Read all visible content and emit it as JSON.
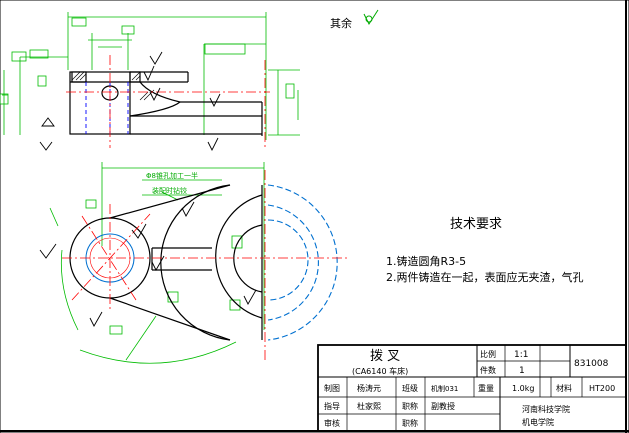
{
  "roughness_note": {
    "label": "其余"
  },
  "notes": {
    "heading": "技术要求",
    "items": [
      "1.铸造圆角R3-5",
      "2.两件铸造在一起，表面应无夹渣，气孔"
    ],
    "hole_machining": [
      "Φ8锥孔加工一半",
      "装配时钻铰"
    ]
  },
  "title_block": {
    "part_name": "拨  叉",
    "subtitle": "(CA6140 车床)",
    "drawing_number": "831008",
    "scale_label": "比例",
    "scale_value": "1:1",
    "quantity_label": "件数",
    "quantity_value": "1",
    "weight_label": "重量",
    "weight_value": "1.0kg",
    "material_label": "材料",
    "material_value": "HT200",
    "draftsman_label": "制图",
    "draftsman_name": "杨涛元",
    "class_label": "班级",
    "class_value": "机制031",
    "advisor_label": "指导",
    "advisor_name": "杜家熙",
    "title_label_1": "职称",
    "title_value_1": "副教授",
    "review_label": "审核",
    "title_label_2": "职称",
    "school": "河南科技学院",
    "college": "机电学院"
  },
  "colors": {
    "outline": "#000000",
    "center_line": "#ff0000",
    "dimension": "#00bb00",
    "hidden": "#0000ff",
    "section": "#0070d0",
    "symbol": "#00aa00"
  }
}
